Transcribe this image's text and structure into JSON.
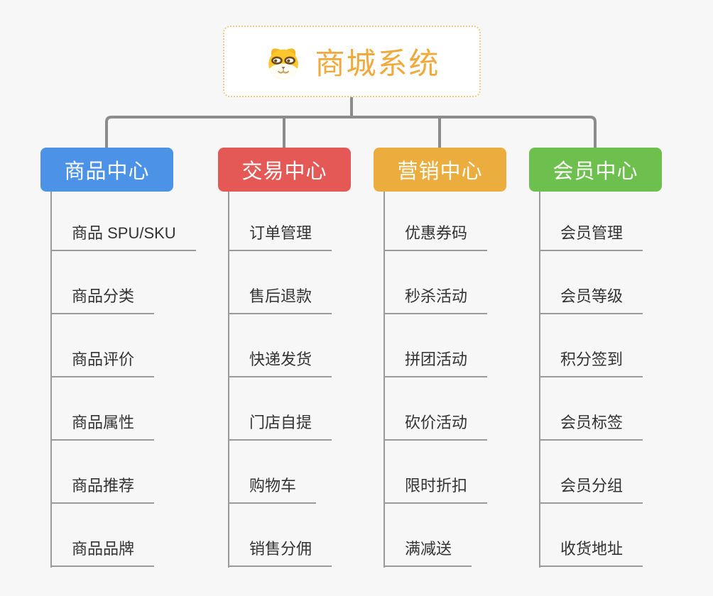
{
  "root": {
    "title": "商城系统",
    "icon": "dog-face-icon",
    "accent_color": "#f2a93c",
    "border_color": "#f3c98b"
  },
  "connector_color": "#8c8c8c",
  "branches": [
    {
      "label": "商品中心",
      "color": "#4c93e8",
      "items": [
        "商品 SPU/SKU",
        "商品分类",
        "商品评价",
        "商品属性",
        "商品推荐",
        "商品品牌"
      ]
    },
    {
      "label": "交易中心",
      "color": "#e45956",
      "items": [
        "订单管理",
        "售后退款",
        "快递发货",
        "门店自提",
        "购物车",
        "销售分佣"
      ]
    },
    {
      "label": "营销中心",
      "color": "#ebad3d",
      "items": [
        "优惠券码",
        "秒杀活动",
        "拼团活动",
        "砍价活动",
        "限时折扣",
        "满减送"
      ]
    },
    {
      "label": "会员中心",
      "color": "#6dc04d",
      "items": [
        "会员管理",
        "会员等级",
        "积分签到",
        "会员标签",
        "会员分组",
        "收货地址"
      ]
    }
  ]
}
